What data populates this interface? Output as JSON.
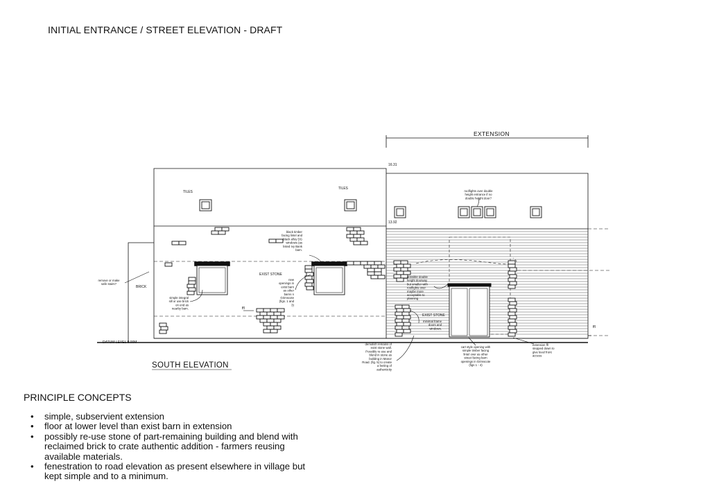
{
  "title": "INITIAL ENTRANCE / STREET ELEVATION - DRAFT",
  "drawing": {
    "elevation_name": "SOUTH  ELEVATION",
    "extension_label": "EXTENSION",
    "level_top": "16.31",
    "level_eaves": "13.92",
    "datum": "DATUM  LEVEL  9.00M",
    "tiles_left": "TILES",
    "tiles_right": "TILES",
    "exist_stone_barn": "EXIST STONE",
    "exist_stone_extension": "EXIST STONE",
    "brick": "BRICK",
    "ffl_left": "ffl",
    "ffl_right": "ffl",
    "notes": {
      "stairs": [
        "remove or make",
        "safe stairs?"
      ],
      "sill": [
        "simple integral",
        "sill or use brick",
        "on end as",
        "nearby barn."
      ],
      "timber_lintel": [
        "black timber",
        "facing lintel and",
        "black alloy DG",
        "windows (as",
        "listed Ivy Bank",
        "barn."
      ],
      "new_openings": [
        "new",
        "openings in",
        "exist barn",
        "as other",
        "barns n",
        "Grimscote",
        "(figs. 1 and",
        "3)"
      ],
      "rooflights": [
        "rooflights over double",
        "height entrance if no",
        "double height door?"
      ],
      "double_doorway": [
        "possible double",
        "height doorway",
        "but smaller with",
        "rooflights over",
        "maybe more",
        "acceptable to",
        "planning"
      ],
      "minimal_frame": [
        "minimal frame",
        "doors and",
        "windows."
      ],
      "demolish": [
        "demolish remains of",
        "exist stone wall.",
        "Possibly re-use and",
        "blend in stone as",
        "building in Manor",
        "Road. (fig. 5) to create",
        "a feeling of",
        "authenticity"
      ],
      "cart_style": [
        "cart style opening with",
        "simple timber facing",
        "lintel over as other",
        "street facing barn",
        "openings in Grimscote",
        "(figs 1 - 4)"
      ],
      "extension_ffl": [
        "extension ffl",
        "stepped down to",
        "give level front",
        "access"
      ]
    }
  },
  "concepts_heading": "PRINCIPLE CONCEPTS",
  "concepts": [
    "simple, subservient extension",
    "floor at lower level than exist barn in extension",
    "possibly re-use stone of part-remaining building and blend with reclaimed brick to crate authentic addition - farmers reusing available materials.",
    "fenestration to road elevation as present elsewhere in village but kept simple and to a minimum."
  ]
}
